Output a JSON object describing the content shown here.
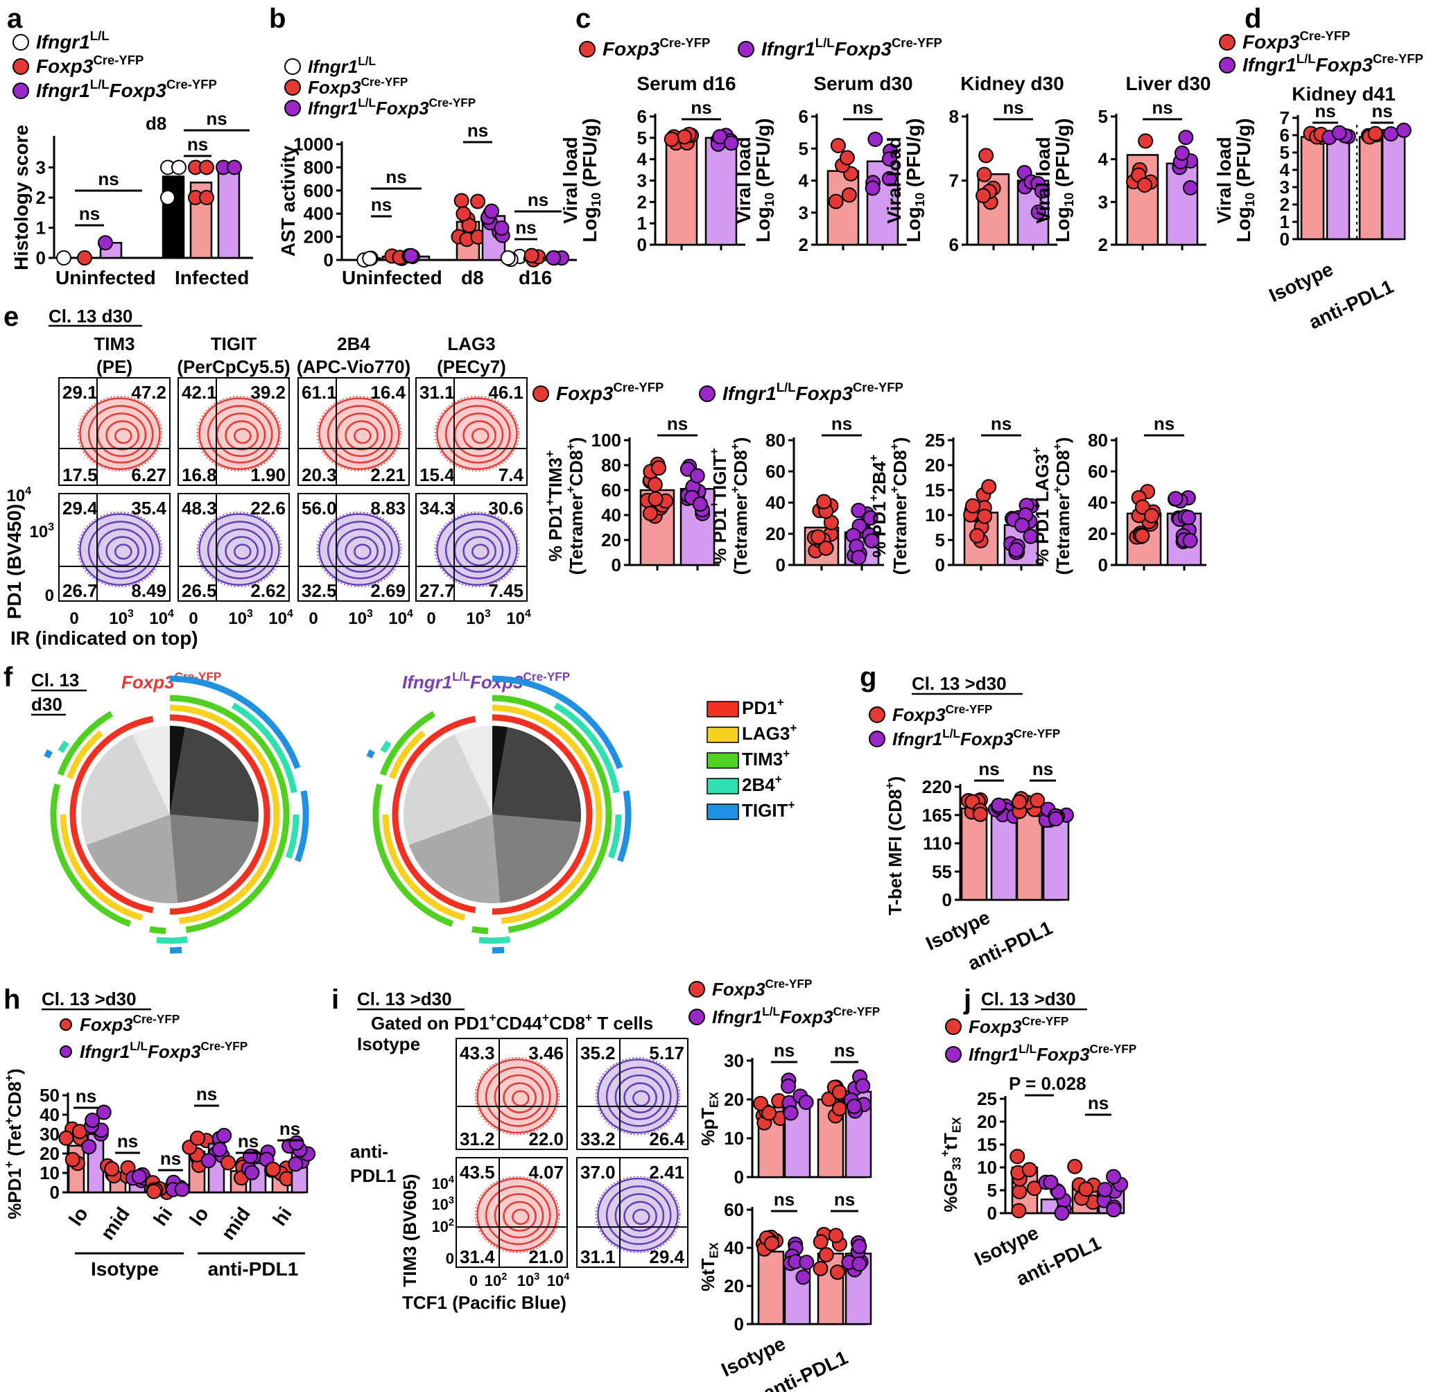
{
  "figure": {
    "groups": {
      "wt": "Ifngr1",
      "wt_sup": "L/L",
      "ctrl": "Foxp3",
      "ctrl_sup": "Cre-YFP",
      "ko": "Ifngr1",
      "ko_mid": "Foxp3",
      "ko_sup1": "L/L",
      "ko_sup2": "Cre-YFP"
    },
    "colors": {
      "wt": "#ffffff",
      "ctrl": "#f59a9a",
      "ctrl_dot": "#e53935",
      "ko": "#d49af0",
      "ko_dot": "#9b27c9",
      "black": "#000000"
    },
    "ns": "ns",
    "panels": {
      "a": {
        "letter": "a",
        "ylabel": "Histology score",
        "day": "d8",
        "cat1": "Uninfected",
        "cat2": "Infected",
        "ticks": [
          "0",
          "1",
          "2",
          "3"
        ]
      },
      "b": {
        "letter": "b",
        "ylabel": "AST activity",
        "cat1": "Uninfected",
        "cat2": "d8",
        "cat3": "d16",
        "ticks": [
          "0",
          "200",
          "400",
          "600",
          "800",
          "1000"
        ]
      },
      "c": {
        "letter": "c",
        "ylabel1": "Viral load",
        "ylabel2": "Log",
        "ylabel_sub": "10",
        "ylabel3": "(PFU/g)",
        "titles": [
          "Serum d16",
          "Serum d30",
          "Kidney d30",
          "Liver d30"
        ]
      },
      "d": {
        "letter": "d",
        "title": "Kidney d41",
        "cat1": "Isotype",
        "cat2": "anti-PDL1"
      },
      "e": {
        "letter": "e",
        "title": "Cl. 13 d30",
        "markers": [
          {
            "name": "TIM3",
            "fluor": "(PE)"
          },
          {
            "name": "TIGIT",
            "fluor": "(PerCpCy5.5)"
          },
          {
            "name": "2B4",
            "fluor": "(APC-Vio770)"
          },
          {
            "name": "LAG3",
            "fluor": "(PECy7)"
          }
        ],
        "quads_top": [
          [
            "29.1",
            "47.2",
            "17.5",
            "6.27"
          ],
          [
            "42.1",
            "39.2",
            "16.8",
            "1.90"
          ],
          [
            "61.1",
            "16.4",
            "20.3",
            "2.21"
          ],
          [
            "31.1",
            "46.1",
            "15.4",
            "7.4"
          ]
        ],
        "quads_bottom": [
          [
            "29.4",
            "35.4",
            "26.7",
            "8.49"
          ],
          [
            "48.3",
            "22.6",
            "26.5",
            "2.62"
          ],
          [
            "56.0",
            "8.83",
            "32.5",
            "2.69"
          ],
          [
            "34.3",
            "30.6",
            "27.7",
            "7.45"
          ]
        ],
        "ylabel": "PD1 (BV450)",
        "xlabel": "IR (indicated on top)",
        "bar_ylabels": [
          [
            "% PD1",
            "TIM3",
            "(Tetramer",
            "CD8",
            ")"
          ],
          [
            "% PD1",
            "TIGIT",
            "(Tetramer",
            "CD8",
            ")"
          ],
          [
            "% PD1",
            "2B4",
            "(Tetramer",
            "CD8",
            ")"
          ],
          [
            "% PD1",
            "LAG3",
            "(Tetramer",
            "CD8",
            ")"
          ]
        ]
      },
      "f": {
        "letter": "f",
        "title1": "Cl. 13",
        "title2": "d30",
        "legend": [
          "PD1",
          "LAG3",
          "TIM3",
          "2B4",
          "TIGIT"
        ]
      },
      "g": {
        "letter": "g",
        "title": "Cl. 13 >d30",
        "ylabel": "T-bet MFI (CD8",
        "ticks": [
          "220",
          "165",
          "110",
          "55",
          "0"
        ]
      },
      "h": {
        "letter": "h",
        "title": "Cl. 13 >d30",
        "ylabel": "%PD1",
        "ylabel2": "(Tet",
        "ylabel3": "CD8",
        "cats": [
          "lo",
          "mid",
          "hi",
          "lo",
          "mid",
          "hi"
        ],
        "groups": [
          "Isotype",
          "anti-PDL1"
        ]
      },
      "i": {
        "letter": "i",
        "title": "Cl. 13 >d30",
        "gate": "Gated on PD1",
        "gate2": "CD44",
        "gate3": "CD8",
        "gate4": "T cells",
        "row1": "Isotype",
        "row2a": "anti-",
        "row2b": "PDL1",
        "ylabel": "TIM3 (BV605)",
        "xlabel": "TCF1 (Pacific Blue)",
        "quads": [
          [
            "43.3",
            "3.46",
            "31.2",
            "22.0"
          ],
          [
            "35.2",
            "5.17",
            "33.2",
            "26.4"
          ],
          [
            "43.5",
            "4.07",
            "31.4",
            "21.0"
          ],
          [
            "37.0",
            "2.41",
            "31.1",
            "29.4"
          ]
        ],
        "bar1": "%pT",
        "bar2": "%tT",
        "sub": "EX"
      },
      "j": {
        "letter": "j",
        "title": "Cl. 13 >d30",
        "p": "P = 0.028",
        "ylabel": "%GP",
        "sub1": "33",
        "sub2": "EX"
      }
    }
  },
  "chart_data": [
    {
      "panel": "a",
      "type": "bar",
      "categories": [
        "Uninfected",
        "Infected"
      ],
      "ylabel": "Histology score",
      "ylim": [
        0,
        4
      ],
      "series": [
        {
          "name": "Ifngr1 L/L",
          "values": [
            0,
            2.7
          ]
        },
        {
          "name": "Foxp3 Cre-YFP",
          "values": [
            0,
            2.5
          ]
        },
        {
          "name": "Ifngr1 L/L Foxp3 Cre-YFP",
          "values": [
            0.5,
            3
          ]
        }
      ]
    },
    {
      "panel": "b",
      "type": "bar",
      "categories": [
        "Uninfected",
        "d8",
        "d16"
      ],
      "ylabel": "AST activity",
      "ylim": [
        0,
        1000
      ],
      "series": [
        {
          "name": "Ifngr1 L/L",
          "values": [
            15,
            0,
            20
          ]
        },
        {
          "name": "Foxp3 Cre-YFP",
          "values": [
            30,
            330,
            20
          ]
        },
        {
          "name": "Ifngr1 L/L Foxp3 Cre-YFP",
          "values": [
            30,
            380,
            20
          ]
        }
      ]
    },
    {
      "panel": "c1",
      "type": "bar",
      "title": "Serum d16",
      "ylim": [
        0,
        6
      ],
      "series": [
        {
          "name": "Foxp3 Cre-YFP",
          "values": [
            4.9
          ]
        },
        {
          "name": "Ifngr1 L/L Foxp3 Cre-YFP",
          "values": [
            5.0
          ]
        }
      ]
    },
    {
      "panel": "c2",
      "type": "bar",
      "title": "Serum d30",
      "ylim": [
        2,
        6
      ],
      "series": [
        {
          "name": "Foxp3 Cre-YFP",
          "values": [
            4.3
          ]
        },
        {
          "name": "Ifngr1 L/L Foxp3 Cre-YFP",
          "values": [
            4.6
          ]
        }
      ]
    },
    {
      "panel": "c3",
      "type": "bar",
      "title": "Kidney d30",
      "ylim": [
        6,
        8
      ],
      "series": [
        {
          "name": "Foxp3 Cre-YFP",
          "values": [
            7.1
          ]
        },
        {
          "name": "Ifngr1 L/L Foxp3 Cre-YFP",
          "values": [
            7.0
          ]
        }
      ]
    },
    {
      "panel": "c4",
      "type": "bar",
      "title": "Liver d30",
      "ylim": [
        2,
        5
      ],
      "series": [
        {
          "name": "Foxp3 Cre-YFP",
          "values": [
            4.1
          ]
        },
        {
          "name": "Ifngr1 L/L Foxp3 Cre-YFP",
          "values": [
            3.9
          ]
        }
      ]
    },
    {
      "panel": "d",
      "type": "bar",
      "title": "Kidney d41",
      "categories": [
        "Isotype",
        "anti-PDL1"
      ],
      "ylim": [
        0,
        7
      ],
      "series": [
        {
          "name": "Foxp3 Cre-YFP",
          "values": [
            5.9,
            5.9
          ]
        },
        {
          "name": "Ifngr1 L/L Foxp3 Cre-YFP",
          "values": [
            5.9,
            6.3
          ]
        }
      ]
    },
    {
      "panel": "e",
      "type": "bar",
      "categories": [
        "PD1+TIM3+",
        "PD1+TIGIT+",
        "PD1+2B4+",
        "PD1+LAG3+"
      ],
      "ylims": [
        [
          0,
          100
        ],
        [
          0,
          80
        ],
        [
          0,
          25
        ],
        [
          0,
          80
        ]
      ],
      "series": [
        {
          "name": "Foxp3 Cre-YFP",
          "values": [
            60,
            24,
            10.5,
            33
          ]
        },
        {
          "name": "Ifngr1 L/L Foxp3 Cre-YFP",
          "values": [
            61,
            21,
            8,
            33
          ]
        }
      ]
    },
    {
      "panel": "g",
      "type": "bar",
      "categories": [
        "Isotype",
        "anti-PDL1"
      ],
      "ylim": [
        0,
        220
      ],
      "series": [
        {
          "name": "Foxp3 Cre-YFP",
          "values": [
            178,
            185
          ]
        },
        {
          "name": "Ifngr1 L/L Foxp3 Cre-YFP",
          "values": [
            180,
            172
          ]
        }
      ]
    },
    {
      "panel": "h",
      "type": "bar",
      "categories": [
        "lo",
        "mid",
        "hi",
        "lo",
        "mid",
        "hi"
      ],
      "ylim": [
        0,
        50
      ],
      "series": [
        {
          "name": "Foxp3 Cre-YFP",
          "values": [
            24,
            10,
            2,
            21,
            11,
            10
          ]
        },
        {
          "name": "Ifngr1 L/L Foxp3 Cre-YFP",
          "values": [
            30,
            7,
            4,
            25,
            15,
            21
          ]
        }
      ]
    },
    {
      "panel": "i_pTEX",
      "type": "bar",
      "categories": [
        "Isotype",
        "anti-PDL1"
      ],
      "ylim": [
        0,
        30
      ],
      "series": [
        {
          "name": "Foxp3 Cre-YFP",
          "values": [
            18,
            20
          ]
        },
        {
          "name": "Ifngr1 L/L Foxp3 Cre-YFP",
          "values": [
            20,
            22
          ]
        }
      ]
    },
    {
      "panel": "i_tTEX",
      "type": "bar",
      "categories": [
        "Isotype",
        "anti-PDL1"
      ],
      "ylim": [
        0,
        60
      ],
      "series": [
        {
          "name": "Foxp3 Cre-YFP",
          "values": [
            38,
            37
          ]
        },
        {
          "name": "Ifngr1 L/L Foxp3 Cre-YFP",
          "values": [
            33,
            37
          ]
        }
      ]
    },
    {
      "panel": "j",
      "type": "bar",
      "categories": [
        "Isotype",
        "anti-PDL1"
      ],
      "ylim": [
        0,
        25
      ],
      "series": [
        {
          "name": "Foxp3 Cre-YFP",
          "values": [
            10,
            6
          ]
        },
        {
          "name": "Ifngr1 L/L Foxp3 Cre-YFP",
          "values": [
            3,
            5
          ]
        }
      ]
    }
  ]
}
